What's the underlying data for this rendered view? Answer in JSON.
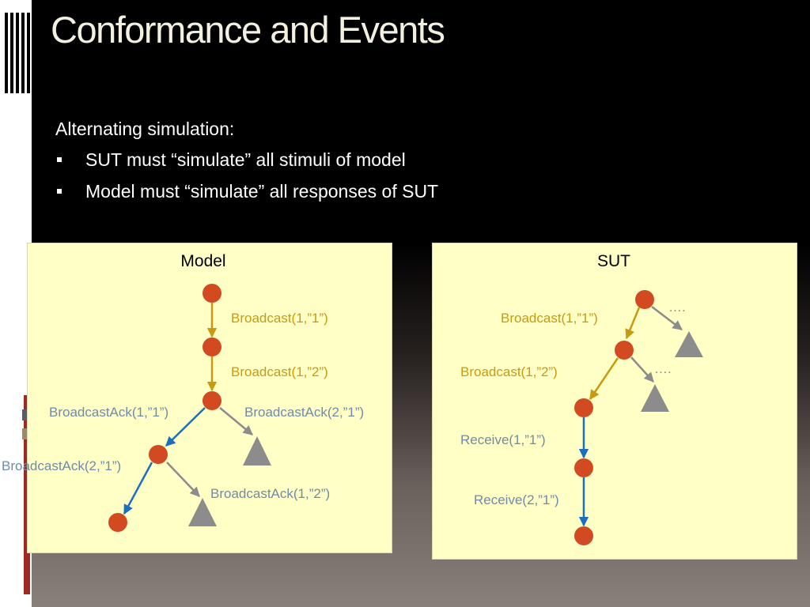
{
  "slide": {
    "title": "Conformance and Events",
    "intro": "Alternating simulation:",
    "bullets": [
      "SUT must “simulate” all stimuli of model",
      "Model must “simulate” all responses of SUT"
    ]
  },
  "colors": {
    "stimulus": "#c89a10",
    "response": "#1a6fbf",
    "other": "#8c8c8c",
    "node": "#d24a22",
    "panel": "#ffffc6"
  },
  "model": {
    "title": "Model",
    "labels": [
      "Broadcast(1,”1”)",
      "Broadcast(1,”2”)",
      "BroadcastAck(1,”1”)",
      "BroadcastAck(2,”1”)",
      "BroadcastAck(2,”1”)",
      "BroadcastAck(1,”2”)"
    ]
  },
  "sut": {
    "title": "SUT",
    "labels": [
      "Broadcast(1,”1”)",
      "Broadcast(1,”2”)",
      "Receive(1,”1”)",
      "Receive(2,”1”)"
    ],
    "ellipsis": "…."
  }
}
